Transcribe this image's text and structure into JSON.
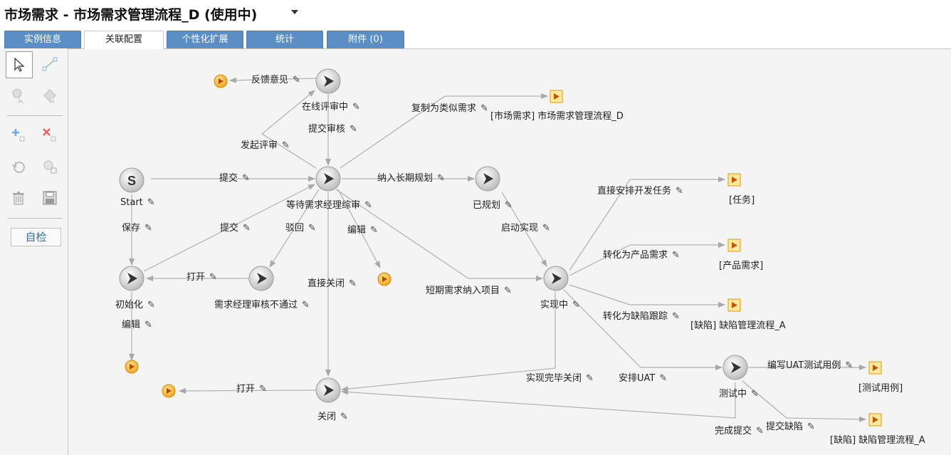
{
  "window": {
    "title": "市场需求 - 市场需求管理流程_D (使用中)"
  },
  "tabs": [
    {
      "label": "实例信息",
      "active": false
    },
    {
      "label": "关联配置",
      "active": true
    },
    {
      "label": "个性化扩展",
      "active": false
    },
    {
      "label": "统计",
      "active": false
    },
    {
      "label": "附件 (0)",
      "active": false
    }
  ],
  "toolbar": {
    "tools": [
      "pointer-icon",
      "connect-icon",
      "node-select-icon",
      "edge-select-icon",
      "add-node-icon",
      "delete-node-icon",
      "reset-icon",
      "zoom-icon",
      "trash-icon",
      "save-icon"
    ],
    "selfcheck_label": "自检"
  },
  "colors": {
    "tab_bg": "#5a8ec4",
    "node_gradient": [
      "#ffffff",
      "#bdbdbd"
    ],
    "end_circle": "#f5a623",
    "sub_box": "#f6b400",
    "edge": "#b0b0b0"
  },
  "diagram": {
    "nodes": {
      "start": {
        "label": "Start",
        "icon": "S"
      },
      "online_review": {
        "label": "在线评审中"
      },
      "waiting": {
        "label": "等待需求经理综审"
      },
      "planned": {
        "label": "已规划"
      },
      "init": {
        "label": "初始化"
      },
      "rejected": {
        "label": "需求经理审核不通过"
      },
      "implementing": {
        "label": "实现中"
      },
      "testing": {
        "label": "测试中"
      },
      "closed": {
        "label": "关闭"
      }
    },
    "subflows": {
      "market_copy": "[市场需求] 市场需求管理流程_D",
      "task": "[任务]",
      "product_req": "[产品需求]",
      "defect_a": "[缺陷] 缺陷管理流程_A",
      "test_case": "[测试用例]",
      "defect_b": "[缺陷] 缺陷管理流程_A"
    },
    "edge_labels": {
      "feedback": "反馈意见",
      "submit_review": "提交审核",
      "initiate_review": "发起评审",
      "copy_similar": "复制为类似需求",
      "submit_start": "提交",
      "long_plan": "纳入长期规划",
      "save": "保存",
      "submit_init": "提交",
      "reject": "驳回",
      "edit_waiting": "编辑",
      "start_impl": "启动实现",
      "open_init": "打开",
      "direct_close": "直接关闭",
      "short_project": "短期需求纳入项目",
      "direct_task": "直接安排开发任务",
      "to_product": "转化为产品需求",
      "to_defect": "转化为缺陷跟踪",
      "edit_init": "编辑",
      "impl_done_close": "实现完毕关闭",
      "arrange_uat": "安排UAT",
      "write_uat": "编写UAT测试用例",
      "open_closed": "打开",
      "finish_submit": "完成提交",
      "submit_defect": "提交缺陷"
    }
  }
}
